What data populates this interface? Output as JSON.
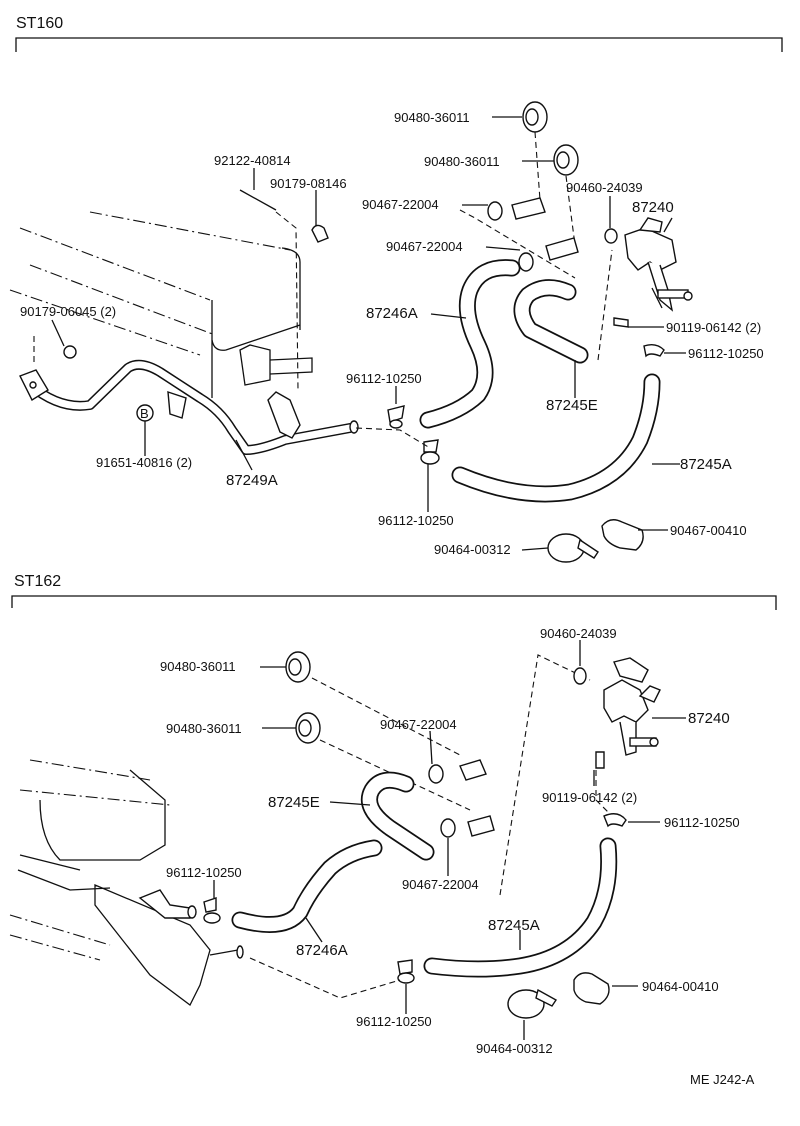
{
  "sections": {
    "top": {
      "title": "ST160"
    },
    "bottom": {
      "title": "ST162"
    }
  },
  "top_labels": {
    "grommet_a": "90480-36011",
    "grommet_b": "90480-36011",
    "stud": "92122-40814",
    "nut": "90179-08146",
    "clamp_a": "90467-22004",
    "clamp_b": "90467-22004",
    "valve_clip": "90460-24039",
    "valve": "87240",
    "nut_b": "90179-06045 (2)",
    "hose_246a": "87246A",
    "bolt": "90119-06142 (2)",
    "clip_valve": "96112-10250",
    "hose_245e": "87245E",
    "clip_pipe": "96112-10250",
    "bolt_b": "91651-40816 (2)",
    "pipe": "87249A",
    "hose_245a": "87245A",
    "clip_lower": "96112-10250",
    "clamp_c": "90467-00410",
    "band": "90464-00312"
  },
  "bottom_labels": {
    "valve_clip": "90460-24039",
    "grommet_a": "90480-36011",
    "grommet_b": "90480-36011",
    "clamp_a": "90467-22004",
    "valve": "87240",
    "hose_245e": "87245E",
    "bolt": "90119-06142 (2)",
    "clip_valve": "96112-10250",
    "clip_pipe": "96112-10250",
    "clamp_b": "90467-22004",
    "hose_245a": "87245A",
    "hose_246a": "87246A",
    "clamp_c": "90464-00410",
    "clip_lower": "96112-10250",
    "band": "90464-00312"
  },
  "footer": {
    "code": "ME J242-A"
  },
  "icons": {
    "bolt_marker": "B"
  }
}
